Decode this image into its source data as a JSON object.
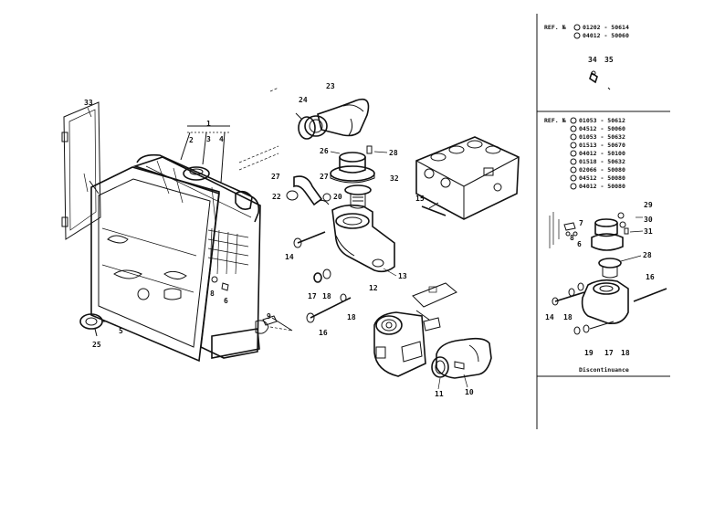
{
  "callouts": {
    "c33": "33",
    "c2": "2",
    "c3": "3",
    "c4": "4",
    "c1": "1",
    "c24": "24",
    "c23": "23",
    "c26": "26",
    "c28": "28",
    "c27": "27",
    "c22": "22",
    "c20": "20",
    "c32": "32",
    "c15": "15",
    "c14": "14",
    "c13": "13",
    "c12": "12",
    "c17": "17",
    "c18a": "18",
    "c18b": "18",
    "c16": "16",
    "c8": "8",
    "c6": "6",
    "c9": "9",
    "c5": "5",
    "c25": "25",
    "c10": "10",
    "c11": "11"
  },
  "right_panel": {
    "ref_top": {
      "prefix": "REF. №",
      "lines": [
        "01202 - 50614",
        "04012 - 50060"
      ],
      "parts": [
        "34",
        "35"
      ]
    },
    "ref_mid": {
      "prefix": "REF. №",
      "lines": [
        "01053 - 50612",
        "04512 - 50060",
        "01053 - 50632",
        "01513 - 50670",
        "04012 - 50100",
        "01518 - 50632",
        "02066 - 50080",
        "04512 - 50080",
        "04012 - 50080"
      ]
    },
    "parts": {
      "p29": "29",
      "p30": "30",
      "p31": "31",
      "p28": "28",
      "p7": "7",
      "p8": "8",
      "p6": "6",
      "p16": "16",
      "p14": "14",
      "p18a": "18",
      "p18b": "18",
      "p19": "19",
      "p17": "17"
    },
    "note": "Discontinuance"
  }
}
